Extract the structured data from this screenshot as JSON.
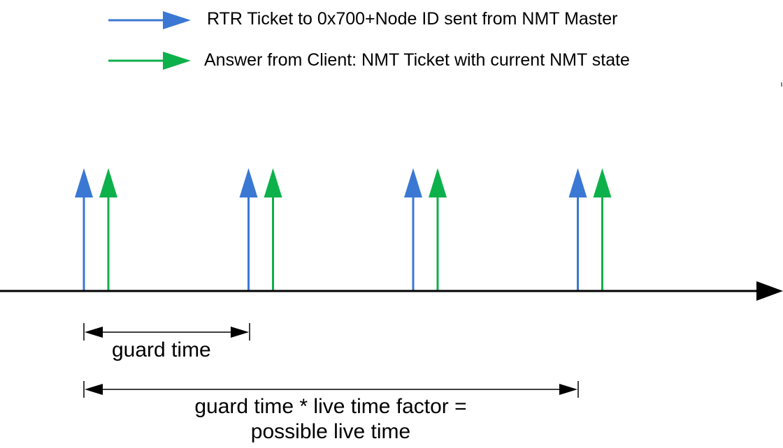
{
  "colors": {
    "master_arrow": "#3a78d3",
    "client_arrow": "#0db14b",
    "axis": "#000000",
    "text": "#000000",
    "background": "#ffffff"
  },
  "legend": {
    "rtr": {
      "label": "RTR Ticket to 0x700+Node ID sent from NMT Master",
      "icon": "blue-right-arrow-icon"
    },
    "answer": {
      "label": "Answer from Client: NMT Ticket with current NMT state",
      "icon": "green-right-arrow-icon"
    }
  },
  "timeline": {
    "cycle_count": 4,
    "events_per_cycle": [
      "rtr_request",
      "client_answer"
    ]
  },
  "intervals": {
    "guard_time": {
      "label": "guard time",
      "span_cycles": 1
    },
    "live_time": {
      "line1": "guard time * live time factor =",
      "line2": "possible live time",
      "span_cycles": 3
    }
  }
}
